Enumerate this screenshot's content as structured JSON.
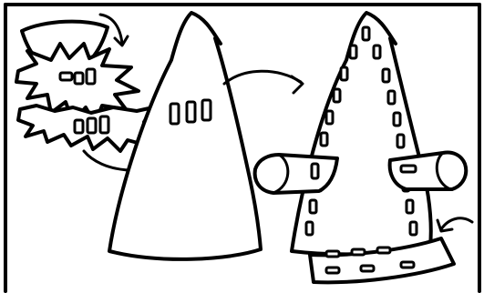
{
  "diagram": {
    "background": "#ffffff",
    "ink": "#000000",
    "frame": "#000000",
    "icons": [
      "curved-arrow-icon",
      "dashed-stitch-icon",
      "slot-icon"
    ],
    "panels": [
      "fringe-and-visor-parts",
      "plain-cone",
      "assembled-dashed-cone"
    ]
  }
}
